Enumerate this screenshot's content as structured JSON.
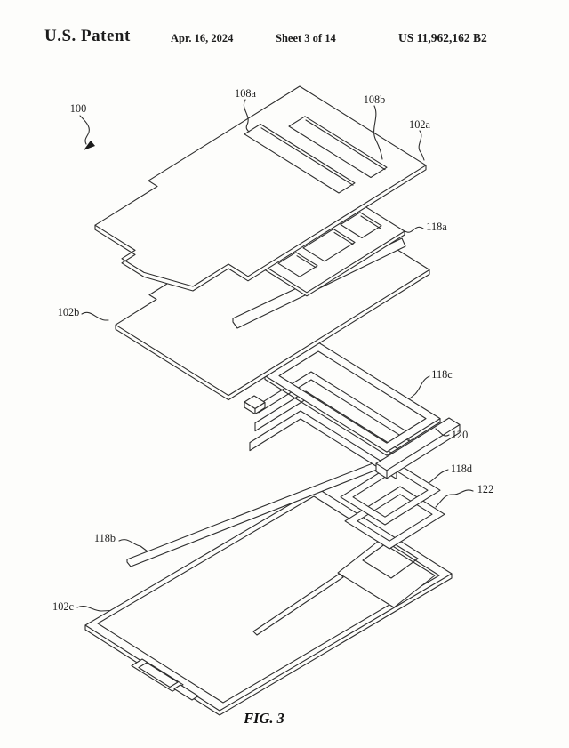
{
  "header": {
    "title": "U.S. Patent",
    "date": "Apr. 16, 2024",
    "sheet": "Sheet 3 of 14",
    "patent_number": "US 11,962,162 B2"
  },
  "figure": {
    "caption": "FIG. 3",
    "labels": {
      "l100": "100",
      "l108a": "108a",
      "l108b": "108b",
      "l102a": "102a",
      "l118a": "118a",
      "l102b": "102b",
      "l118c": "118c",
      "l120": "120",
      "l118d": "118d",
      "l122": "122",
      "l118b": "118b",
      "l102c": "102c"
    }
  },
  "colors": {
    "line": "#2e2e2e",
    "background": "#fdfdfb"
  }
}
